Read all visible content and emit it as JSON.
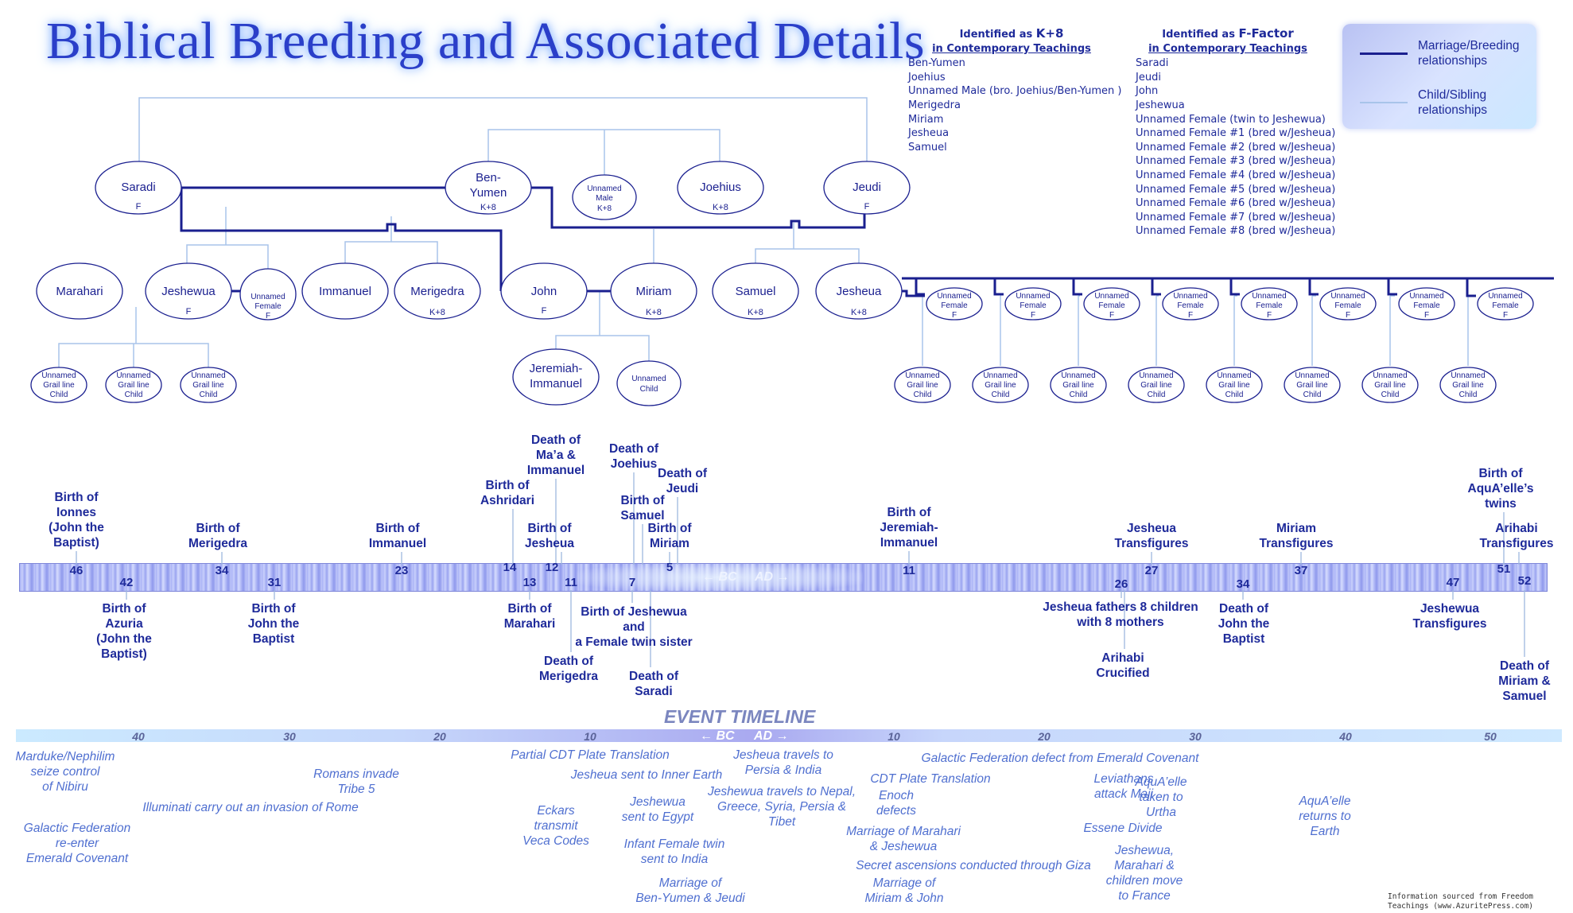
{
  "title": "Biblical Breeding and Associated Details",
  "k8_list": {
    "heading_line1_prefix": "Identified as ",
    "heading_line1_emph": "K+8",
    "heading_line2": "in Contemporary Teachings",
    "items": [
      "Ben-Yumen",
      "Joehius",
      "Unnamed Male (bro. Joehius/Ben-Yumen )",
      "Merigedra",
      "Miriam",
      "Jesheua",
      "Samuel"
    ]
  },
  "ff_list": {
    "heading_line1_prefix": "Identified as ",
    "heading_line1_emph": "F-Factor",
    "heading_line2": "in Contemporary Teachings",
    "items": [
      "Saradi",
      "Jeudi",
      "John",
      "Jeshewua",
      "Unnamed Female (twin to Jeshewua)",
      "Unnamed Female #1 (bred w/Jesheua)",
      "Unnamed Female #2 (bred w/Jesheua)",
      "Unnamed Female #3 (bred w/Jesheua)",
      "Unnamed Female #4 (bred w/Jesheua)",
      "Unnamed Female #5 (bred w/Jesheua)",
      "Unnamed Female #6 (bred w/Jesheua)",
      "Unnamed Female #7 (bred w/Jesheua)",
      "Unnamed Female #8 (bred w/Jesheua)"
    ]
  },
  "legend": {
    "marriage_line1": "Marriage/Breeding",
    "marriage_line2": "relationships",
    "child_line1": "Child/Sibling",
    "child_line2": "relationships",
    "marriage_color": "#1a1f8f",
    "child_color": "#a8c4ea"
  },
  "tree": {
    "saradi": {
      "name": "Saradi",
      "tag": "F"
    },
    "ben_yumen": {
      "name1": "Ben-",
      "name2": "Yumen",
      "tag": "K+8"
    },
    "unnamed_male": {
      "name1": "Unnamed",
      "name2": "Male",
      "tag": "K+8"
    },
    "joehius": {
      "name": "Joehius",
      "tag": "K+8"
    },
    "jeudi": {
      "name": "Jeudi",
      "tag": "F"
    },
    "marahari": {
      "name": "Marahari"
    },
    "jeshewua": {
      "name": "Jeshewua",
      "tag": "F"
    },
    "unnamed_female_twin": {
      "name1": "Unnamed",
      "name2": "Female",
      "tag": "F"
    },
    "immanuel": {
      "name": "Immanuel"
    },
    "merigedra": {
      "name": "Merigedra",
      "tag": "K+8"
    },
    "john": {
      "name": "John",
      "tag": "F"
    },
    "miriam": {
      "name": "Miriam",
      "tag": "K+8"
    },
    "samuel": {
      "name": "Samuel",
      "tag": "K+8"
    },
    "jesheua": {
      "name": "Jesheua",
      "tag": "K+8"
    },
    "jeremiah": {
      "name1": "Jeremiah-",
      "name2": "Immanuel"
    },
    "unnamed_child": {
      "name1": "Unnamed",
      "name2": "Child"
    },
    "unnamed_female": {
      "name1": "Unnamed",
      "name2": "Female",
      "tag": "F"
    },
    "grail_child": {
      "line1": "Unnamed",
      "line2": "Grail line",
      "line3": "Child"
    }
  },
  "event_bar": {
    "bc": "← BC",
    "ad": "AD →"
  },
  "events_above": [
    {
      "lines": [
        "Birth of",
        "Ionnes",
        "(John the",
        "Baptist)"
      ],
      "num": "46"
    },
    {
      "lines": [
        "Birth of",
        "Merigedra"
      ],
      "num": "34"
    },
    {
      "lines": [
        "Birth of",
        "Immanuel"
      ],
      "num": "23"
    },
    {
      "lines": [
        "Birth of",
        "Ashridari"
      ],
      "num": "14"
    },
    {
      "lines": [
        "Death of",
        "Ma’a &",
        "Immanuel"
      ],
      "num": "12"
    },
    {
      "lines": [
        "Birth of",
        "Jesheua"
      ],
      "num": ""
    },
    {
      "lines": [
        "Death of",
        "Joehius"
      ],
      "num": ""
    },
    {
      "lines": [
        "Birth of",
        "Samuel"
      ],
      "num": ""
    },
    {
      "lines": [
        "Death of",
        "Jeudi"
      ],
      "num": ""
    },
    {
      "lines": [
        "Birth of",
        "Miriam"
      ],
      "num": "5"
    },
    {
      "lines": [
        "Birth of",
        "Jeremiah-",
        "Immanuel"
      ],
      "num": "11"
    },
    {
      "lines": [
        "Jesheua",
        "Transfigures"
      ],
      "num": "27"
    },
    {
      "lines": [
        "Miriam",
        "Transfigures"
      ],
      "num": "37"
    },
    {
      "lines": [
        "Birth of",
        "AquA’elle’s",
        "twins"
      ],
      "num": "51"
    },
    {
      "lines": [
        "Arihabi",
        "Transfigures"
      ],
      "num": ""
    }
  ],
  "events_below": [
    {
      "lines": [
        "Birth of",
        "Azuria",
        "(John the",
        "Baptist)"
      ],
      "num": "42"
    },
    {
      "lines": [
        "Birth of",
        "John the",
        "Baptist"
      ],
      "num": "31"
    },
    {
      "lines": [
        "Birth of",
        "Marahari"
      ],
      "num": "13"
    },
    {
      "lines": [
        "Death of",
        "Merigedra"
      ],
      "num": "11"
    },
    {
      "lines": [
        "Birth of Jeshewua",
        "and",
        "a Female twin sister"
      ],
      "num": "7"
    },
    {
      "lines": [
        "Death of",
        "Saradi"
      ],
      "num": ""
    },
    {
      "lines": [
        "Jesheua fathers 8 children",
        "with 8 mothers"
      ],
      "num": "26"
    },
    {
      "lines": [
        "Arihabi",
        "Crucified"
      ],
      "num": ""
    },
    {
      "lines": [
        "Death of",
        "John the",
        "Baptist"
      ],
      "num": "34"
    },
    {
      "lines": [
        "Jeshewua",
        "Transfigures"
      ],
      "num": "47"
    },
    {
      "lines": [
        "Death of",
        "Miriam &",
        "Samuel"
      ],
      "num": "52"
    }
  ],
  "timeline": {
    "title": "EVENT TIMELINE",
    "bc": "← BC",
    "ad": "AD →",
    "ticks": [
      "40",
      "30",
      "20",
      "10",
      "10",
      "20",
      "30",
      "40",
      "50"
    ],
    "notes": [
      {
        "lines": [
          "Marduke/Nephilim",
          "seize control",
          "of Nibiru"
        ]
      },
      {
        "lines": [
          "Galactic Federation",
          "re-enter",
          "Emerald Covenant"
        ]
      },
      {
        "lines": [
          "Romans invade",
          "Tribe 5"
        ]
      },
      {
        "lines": [
          "Illuminati carry out an invasion of Rome"
        ]
      },
      {
        "lines": [
          "Partial CDT Plate Translation"
        ]
      },
      {
        "lines": [
          "Jesheua sent to Inner Earth"
        ]
      },
      {
        "lines": [
          "Eckars",
          "transmit",
          "Veca Codes"
        ]
      },
      {
        "lines": [
          "Jeshewua",
          "sent to Egypt"
        ]
      },
      {
        "lines": [
          "Infant Female twin",
          "sent to India"
        ]
      },
      {
        "lines": [
          "Marriage of",
          "Ben-Yumen & Jeudi"
        ]
      },
      {
        "lines": [
          "Jesheua travels to",
          "Persia & India"
        ]
      },
      {
        "lines": [
          "Jeshewua travels to Nepal,",
          "Greece, Syria, Persia &",
          "Tibet"
        ]
      },
      {
        "lines": [
          "Galactic Federation defect from Emerald Covenant"
        ]
      },
      {
        "lines": [
          "CDT Plate Translation"
        ]
      },
      {
        "lines": [
          "Enoch",
          "defects"
        ]
      },
      {
        "lines": [
          "Marriage of Marahari",
          "& Jeshewua"
        ]
      },
      {
        "lines": [
          "Secret ascensions conducted through Giza"
        ]
      },
      {
        "lines": [
          "Marriage of",
          "Miriam & John"
        ]
      },
      {
        "lines": [
          "Leviathans",
          "attack Maji"
        ]
      },
      {
        "lines": [
          "AquA’elle",
          "taken to",
          "Urtha"
        ]
      },
      {
        "lines": [
          "Essene Divide"
        ]
      },
      {
        "lines": [
          "Jeshewua,",
          "Marahari &",
          "children move",
          "to France"
        ]
      },
      {
        "lines": [
          "AquA’elle",
          "returns to",
          "Earth"
        ]
      }
    ]
  },
  "source": {
    "line1": "Information sourced from Freedom",
    "line2": "Teachings (www.AzuritePress.com)"
  }
}
